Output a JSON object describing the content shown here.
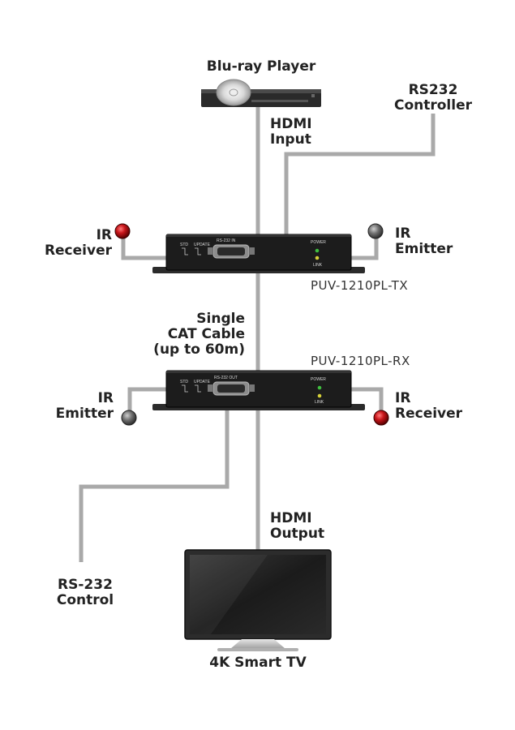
{
  "labels": {
    "bluray": "Blu-ray Player",
    "hdmi_input": [
      "HDMI",
      "Input"
    ],
    "rs232_controller": [
      "RS232",
      "Controller"
    ],
    "ir_receiver_tx": [
      "IR",
      "Receiver"
    ],
    "ir_emitter_tx": [
      "IR",
      "Emitter"
    ],
    "cat_cable": [
      "Single",
      "CAT Cable",
      "(up to 60m)"
    ],
    "ir_emitter_rx": [
      "IR",
      "Emitter"
    ],
    "ir_receiver_rx": [
      "IR",
      "Receiver"
    ],
    "hdmi_output": [
      "HDMI",
      "Output"
    ],
    "rs232_control": [
      "RS-232",
      "Control"
    ],
    "tv": "4K Smart TV"
  },
  "devices": {
    "tx": {
      "model": "PUV-1210PL-TX",
      "port_label": "RS-232 IN",
      "std_label": "STD",
      "update_label": "UPDATE",
      "power_label": "POWER",
      "link_label": "LINK"
    },
    "rx": {
      "model": "PUV-1210PL-RX",
      "port_label": "RS-232 OUT",
      "std_label": "STD",
      "update_label": "UPDATE",
      "power_label": "POWER",
      "link_label": "LINK"
    }
  },
  "colors": {
    "cable": "#a9a9a9",
    "device_body": "#1c1c1c",
    "ir_receiver": "#c8161b",
    "ir_emitter": "#6b6b6b",
    "led_green": "#3fbf3f",
    "led_yellow": "#d7d23a"
  }
}
